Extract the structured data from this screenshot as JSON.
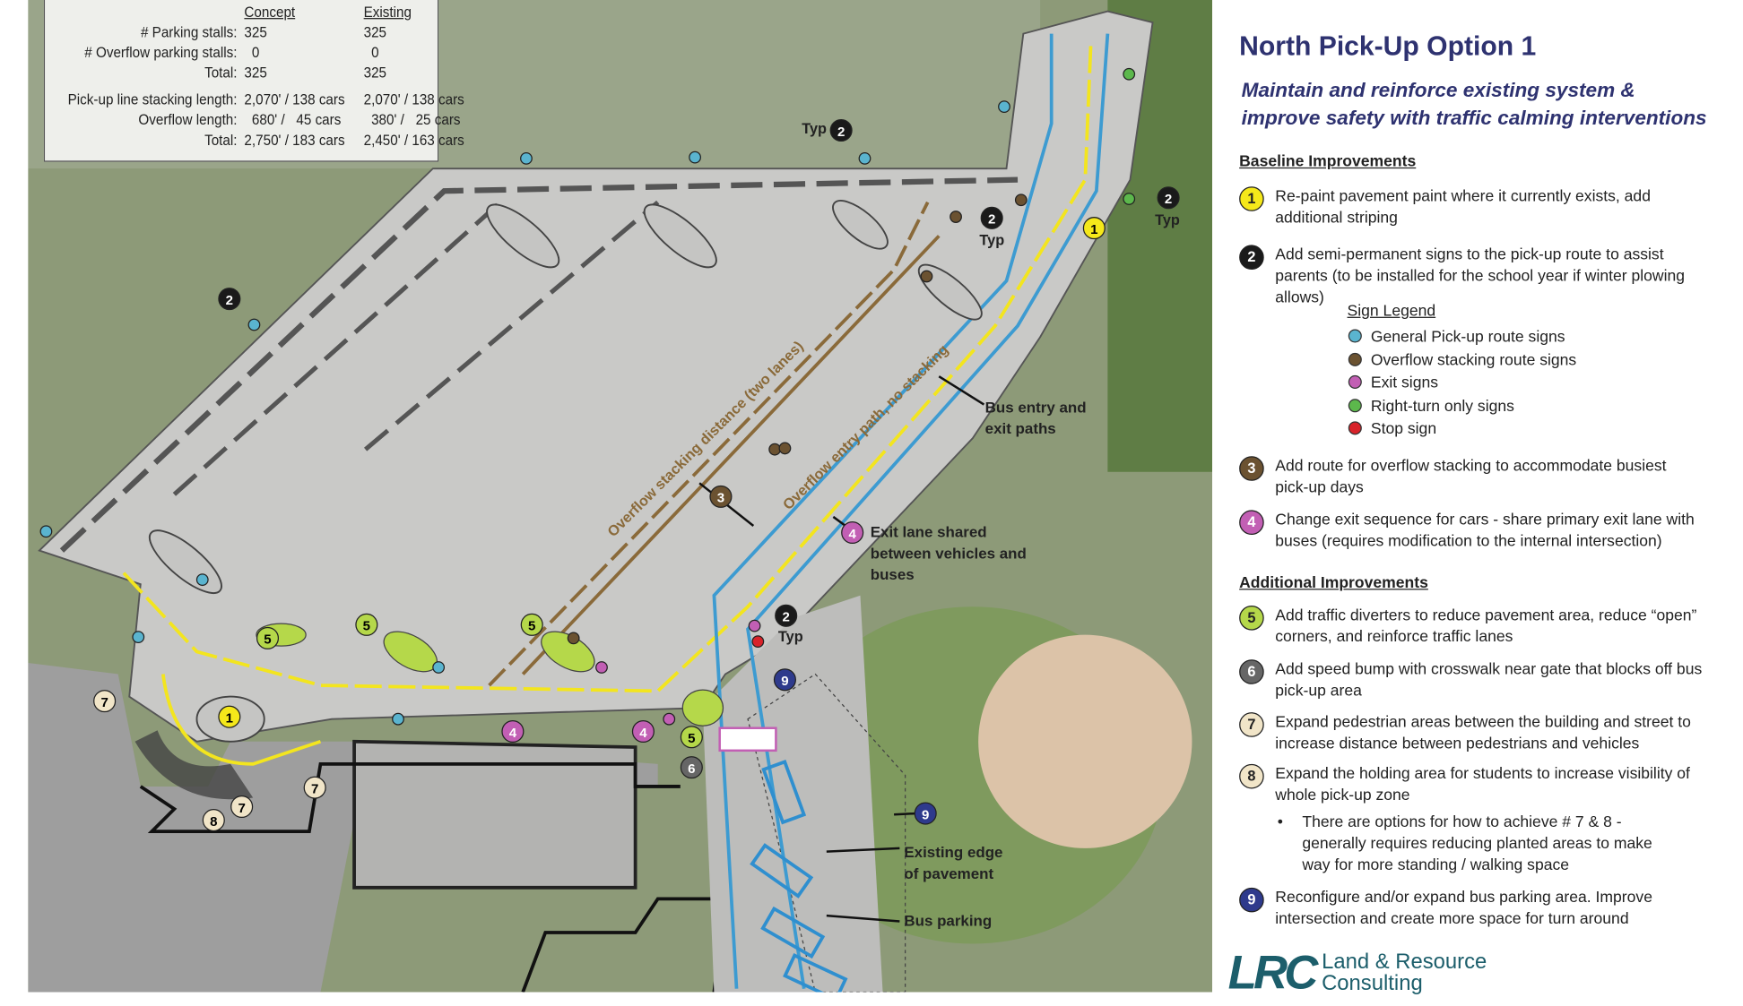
{
  "stats_table": {
    "headers": [
      "Concept",
      "Existing"
    ],
    "rows": [
      {
        "label": "# Parking stalls:",
        "concept": "325",
        "existing": "325"
      },
      {
        "label": "# Overflow parking stalls:",
        "concept": "  0",
        "existing": "  0"
      },
      {
        "label": "Total:",
        "concept": "325",
        "existing": "325"
      },
      {
        "label": "Pick-up line stacking length:",
        "concept": "2,070' / 138 cars",
        "existing": "2,070' / 138 cars"
      },
      {
        "label": "Overflow length:",
        "concept": "  680' /   45 cars",
        "existing": "  380' /   25 cars"
      },
      {
        "label": "Total:",
        "concept": "2,750' / 183 cars",
        "existing": "2,450' / 163 cars"
      }
    ]
  },
  "map": {
    "typ_label": "Typ",
    "labels": {
      "bus_entry": [
        "Bus entry and",
        "exit paths"
      ],
      "exit_lane": [
        "Exit lane shared",
        "between vehicles and",
        "buses"
      ],
      "edge": [
        "Existing edge",
        "of pavement"
      ],
      "bus_parking": "Bus parking",
      "overflow_stacking": "Overflow stacking distance (two lanes)",
      "overflow_entry": "Overflow entry path, no stacking"
    }
  },
  "panel": {
    "title": "North Pick-Up Option 1",
    "subtitle": [
      "Maintain and reinforce existing system &",
      "improve safety with traffic calming interventions"
    ],
    "baseline_heading": "Baseline Improvements",
    "additional_heading": "Additional Improvements",
    "items": [
      {
        "num": "1",
        "color": "#f5e81a",
        "text": "Re-paint pavement paint where it currently exists, add additional striping"
      },
      {
        "num": "2",
        "color": "#1a1a1a",
        "text": "Add semi-permanent signs to the pick-up route to assist parents (to be installed for the school year if winter plowing allows)"
      },
      {
        "num": "3",
        "color": "#6b5231",
        "text": "Add route for overflow stacking to accommodate busiest pick-up days"
      },
      {
        "num": "4",
        "color": "#c25fb4",
        "text": "Change exit sequence for cars - share primary exit lane with buses (requires modification to the internal intersection)"
      },
      {
        "num": "5",
        "color": "#b5d84a",
        "text": "Add traffic diverters to reduce pavement area, reduce “open” corners, and reinforce traffic lanes"
      },
      {
        "num": "6",
        "color": "#666666",
        "text": "Add speed bump with crosswalk near gate that blocks off bus pick-up area"
      },
      {
        "num": "7",
        "color": "#f1e5c8",
        "text": "Expand pedestrian areas between the building and street to increase distance between pedestrians and vehicles"
      },
      {
        "num": "8",
        "color": "#f1e5c8",
        "text": "Expand the holding area for students to increase visibility of whole pick-up zone"
      },
      {
        "num": "9",
        "color": "#2e3a8c",
        "text": "Reconfigure and/or expand bus parking area. Improve intersection and create more space for turn around"
      }
    ],
    "bullet": "There are options for how to achieve # 7 & 8 - generally requires reducing planted areas to make way for more standing / walking space",
    "sign_legend": {
      "title": "Sign Legend",
      "entries": [
        {
          "label": "General Pick-up route signs",
          "color": "#5ab4cf"
        },
        {
          "label": "Overflow stacking route signs",
          "color": "#6b5231"
        },
        {
          "label": "Exit signs",
          "color": "#c25fb4"
        },
        {
          "label": "Right-turn only signs",
          "color": "#5cb84c"
        },
        {
          "label": "Stop sign",
          "color": "#d8232a"
        }
      ]
    },
    "logo": {
      "mark": "LRC",
      "name": [
        "Land & Resource",
        "Consulting"
      ]
    }
  }
}
